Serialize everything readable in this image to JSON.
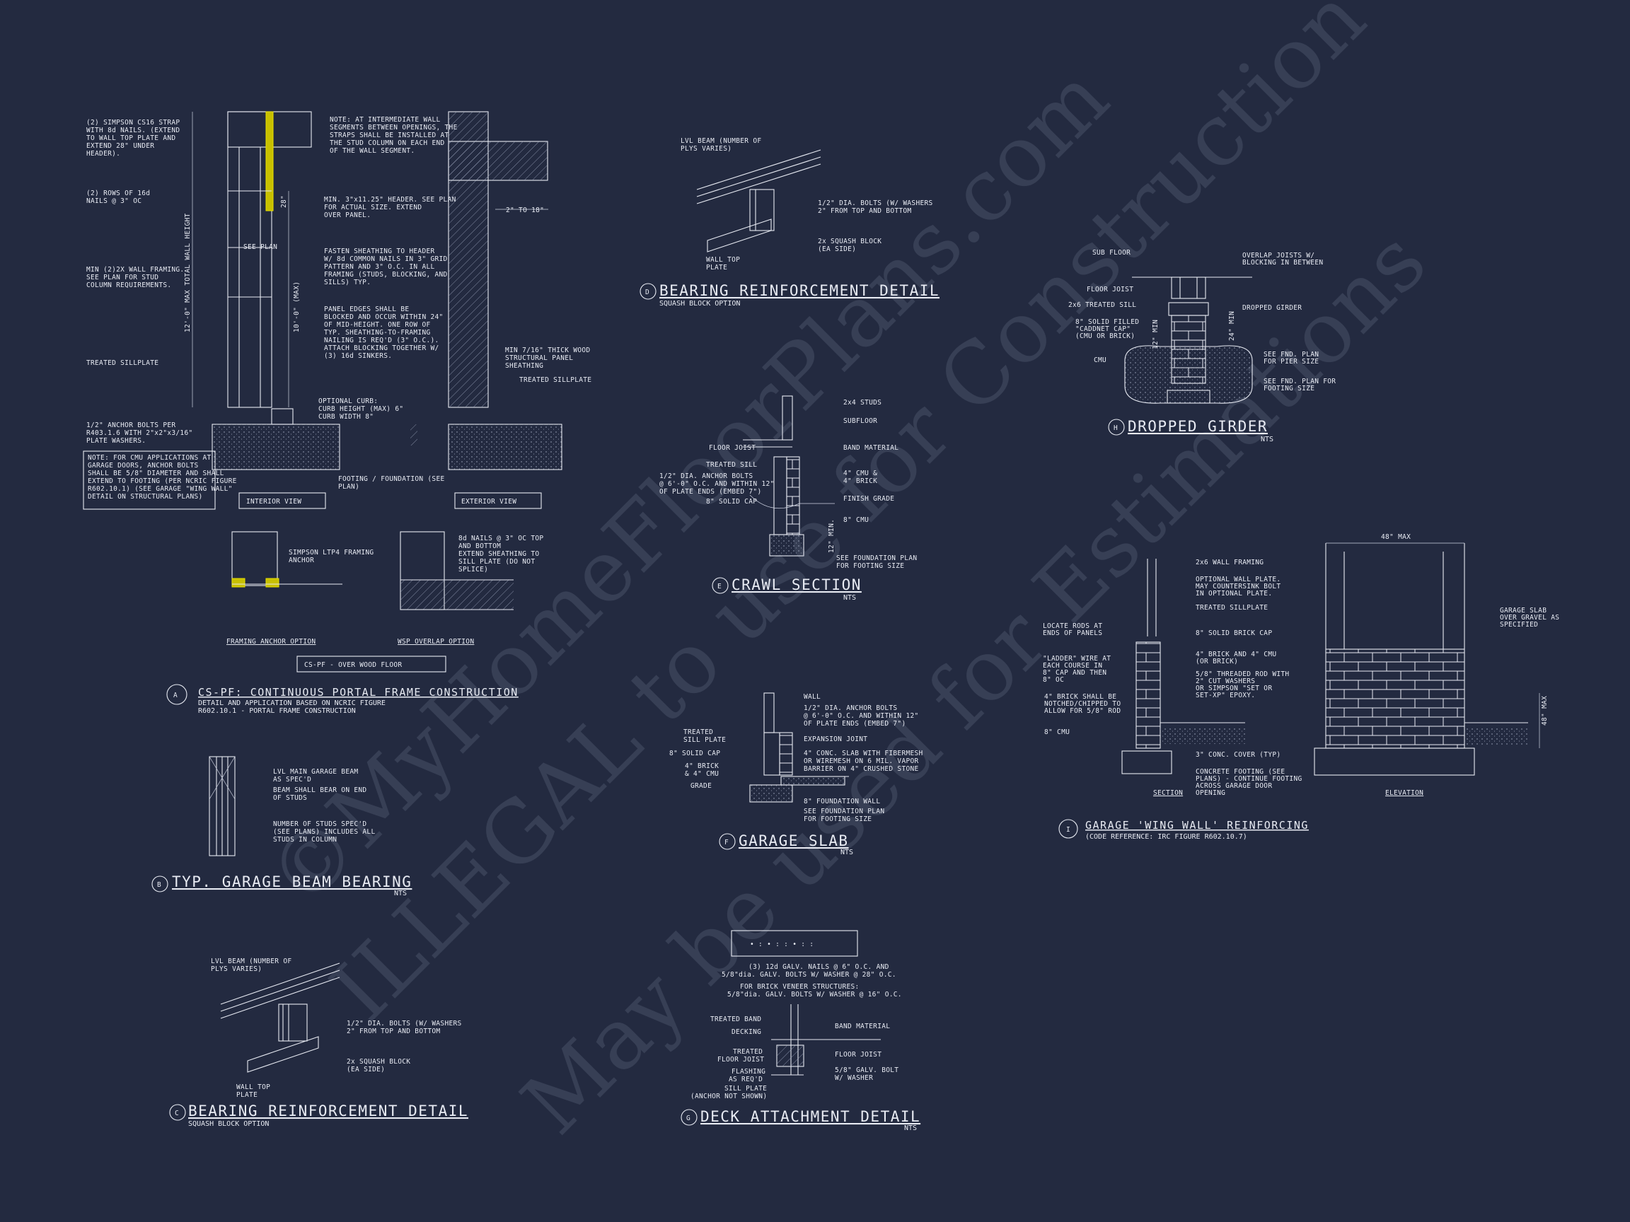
{
  "watermark": {
    "line1": "©MyHomeFloorPlans.com",
    "line2": "ILLEGAL to use for Construction",
    "line3": "May be used for Estimations"
  },
  "detail_a": {
    "marker": "A",
    "title": "CS-PF: CONTINUOUS PORTAL FRAME CONSTRUCTION",
    "sub1": "DETAIL AND APPLICATION BASED ON NCRIC FIGURE",
    "sub2": "R602.10.1 - PORTAL FRAME CONSTRUCTION",
    "interior_view": "INTERIOR VIEW",
    "exterior_view": "EXTERIOR VIEW",
    "framing_anchor": "FRAMING ANCHOR OPTION",
    "wsp_overlap": "WSP OVERLAP OPTION",
    "over_wood": "CS-PF - OVER WOOD FLOOR",
    "dim_total": "12'-0\" MAX TOTAL WALL HEIGHT",
    "dim_10": "10'-0\" (MAX)",
    "dim_2in": "2\" TO 18\"",
    "dim_28": "28\"",
    "see_plan": "SEE PLAN",
    "n1": [
      "(2) SIMPSON CS16 STRAP",
      "WITH 8d NAILS. (EXTEND",
      "TO WALL TOP PLATE AND",
      "EXTEND 28\" UNDER",
      "HEADER)."
    ],
    "n2": [
      "(2) ROWS OF 16d",
      "NAILS @ 3\" OC"
    ],
    "n3": [
      "MIN (2)2X WALL FRAMING.",
      "SEE PLAN FOR STUD",
      "COLUMN REQUIREMENTS."
    ],
    "n4": [
      "TREATED SILLPLATE"
    ],
    "n5": [
      "1/2\" ANCHOR BOLTS PER",
      "R403.1.6 WITH 2\"x2\"x3/16\"",
      "PLATE WASHERS."
    ],
    "n6": [
      "NOTE: FOR CMU APPLICATIONS AT",
      "GARAGE DOORS, ANCHOR BOLTS",
      "SHALL BE 5/8\" DIAMETER AND SHALL",
      "EXTEND TO FOOTING (PER NCRIC FIGURE",
      "R602.10.1) (SEE GARAGE \"WING WALL\"",
      "DETAIL ON STRUCTURAL PLANS)"
    ],
    "n7": [
      "NOTE: AT INTERMEDIATE WALL",
      "SEGMENTS BETWEEN OPENINGS, THE",
      "STRAPS SHALL BE INSTALLED AT",
      "THE STUD COLUMN ON EACH END",
      "OF THE WALL SEGMENT."
    ],
    "n8": [
      "MIN. 3\"x11.25\" HEADER. SEE PLAN",
      "FOR ACTUAL SIZE. EXTEND",
      "OVER PANEL."
    ],
    "n9": [
      "FASTEN SHEATHING TO HEADER",
      "W/ 8d COMMON NAILS IN 3\" GRID",
      "PATTERN AND 3\" O.C. IN ALL",
      "FRAMING (STUDS, BLOCKING, AND",
      "SILLS) TYP."
    ],
    "n10": [
      "PANEL EDGES SHALL BE",
      "BLOCKED AND OCCUR WITHIN 24\"",
      "OF MID-HEIGHT. ONE ROW OF",
      "TYP. SHEATHING-TO-FRAMING",
      "NAILING IS REQ'D (3\" O.C.).",
      "ATTACH BLOCKING TOGETHER W/",
      "(3) 16d SINKERS."
    ],
    "n11": [
      "OPTIONAL CURB:",
      "CURB HEIGHT (MAX) 6\"",
      "CURB WIDTH 8\""
    ],
    "n12": [
      "FOOTING / FOUNDATION (SEE",
      "PLAN)"
    ],
    "n13": [
      "MIN 7/16\" THICK WOOD",
      "STRUCTURAL PANEL",
      "SHEATHING"
    ],
    "n14": [
      "TREATED SILLPLATE"
    ],
    "n15": [
      "SIMPSON LTP4 FRAMING",
      "ANCHOR"
    ],
    "n16": [
      "8d NAILS @ 3\" OC TOP",
      "AND BOTTOM",
      "EXTEND SHEATHING TO",
      "SILL PLATE (DO NOT",
      "SPLICE)"
    ]
  },
  "detail_b": {
    "marker": "B",
    "title": "TYP. GARAGE BEAM BEARING",
    "nts": "NTS",
    "n1": [
      "LVL MAIN GARAGE BEAM",
      "AS SPEC'D"
    ],
    "n2": [
      "BEAM SHALL BEAR ON END",
      "OF STUDS"
    ],
    "n3": [
      "NUMBER OF STUDS SPEC'D",
      "(SEE PLANS) INCLUDES ALL",
      "STUDS IN COLUMN"
    ]
  },
  "detail_c": {
    "marker": "C",
    "title": "BEARING REINFORCEMENT DETAIL",
    "sub": "SQUASH BLOCK OPTION",
    "n1": [
      "LVL BEAM (NUMBER OF",
      "PLYS VARIES)"
    ],
    "n2": [
      "1/2\" DIA. BOLTS (W/ WASHERS",
      "2\" FROM TOP AND BOTTOM"
    ],
    "n3": [
      "2x SQUASH BLOCK",
      "(EA SIDE)"
    ],
    "n4": [
      "WALL TOP",
      "PLATE"
    ]
  },
  "detail_d": {
    "marker": "D",
    "title": "BEARING REINFORCEMENT DETAIL",
    "sub": "SQUASH BLOCK OPTION",
    "n1": [
      "LVL BEAM (NUMBER OF",
      "PLYS VARIES)"
    ],
    "n2": [
      "1/2\" DIA. BOLTS (W/ WASHERS",
      "2\" FROM TOP AND BOTTOM"
    ],
    "n3": [
      "2x SQUASH BLOCK",
      "(EA SIDE)"
    ],
    "n4": [
      "WALL TOP",
      "PLATE"
    ]
  },
  "detail_e": {
    "marker": "E",
    "title": "CRAWL SECTION",
    "nts": "NTS",
    "l1": "2x4 STUDS",
    "l2": "SUBFLOOR",
    "l3": "BAND MATERIAL",
    "l4": [
      "4\" CMU &",
      "4\" BRICK"
    ],
    "l5": "FINISH GRADE",
    "l6": "8\" CMU",
    "l7": [
      "SEE FOUNDATION PLAN",
      "FOR FOOTING SIZE"
    ],
    "l8": "FLOOR JOIST",
    "l9": "TREATED SILL",
    "l10": [
      "1/2\" DIA. ANCHOR BOLTS",
      "@ 6'-0\" O.C. AND WITHIN 12\"",
      "OF PLATE ENDS (EMBED 7\")"
    ],
    "l11": "8\" SOLID CAP",
    "dim": "12\" MIN."
  },
  "detail_f": {
    "marker": "F",
    "title": "GARAGE SLAB",
    "nts": "NTS",
    "l1": "WALL",
    "l2": [
      "1/2\" DIA. ANCHOR BOLTS",
      "@ 6'-0\" O.C. AND WITHIN 12\"",
      "OF PLATE ENDS (EMBED 7\")"
    ],
    "l3": "EXPANSION JOINT",
    "l4": [
      "4\" CONC. SLAB WITH FIBERMESH",
      "OR WIREMESH ON 6 MIL. VAPOR",
      "BARRIER ON 4\" CRUSHED STONE"
    ],
    "l5": "8\" FOUNDATION WALL",
    "l6": [
      "SEE FOUNDATION PLAN",
      "FOR FOOTING SIZE"
    ],
    "l7": [
      "TREATED",
      "SILL PLATE"
    ],
    "l8": "8\" SOLID CAP",
    "l9": [
      "4\" BRICK",
      "& 4\" CMU"
    ],
    "l10": "GRADE"
  },
  "detail_g": {
    "marker": "G",
    "title": "DECK ATTACHMENT DETAIL",
    "nts": "NTS",
    "top1": [
      "(3) 12d GALV. NAILS @ 6\" O.C. AND",
      "5/8\"dia. GALV. BOLTS W/ WASHER @ 28\" O.C."
    ],
    "top2": [
      "FOR BRICK VENEER STRUCTURES:",
      "5/8\"dia. GALV. BOLTS W/ WASHER @ 16\" O.C."
    ],
    "l1": "TREATED BAND",
    "l2": "DECKING",
    "l3": [
      "TREATED",
      "FLOOR JOIST"
    ],
    "l4": [
      "FLASHING",
      "AS REQ'D"
    ],
    "l5": [
      "SILL PLATE",
      "(ANCHOR NOT SHOWN)"
    ],
    "r1": "BAND MATERIAL",
    "r2": "FLOOR JOIST",
    "r3": [
      "5/8\" GALV. BOLT",
      "W/ WASHER"
    ]
  },
  "detail_h": {
    "marker": "H",
    "title": "DROPPED GIRDER",
    "nts": "NTS",
    "l1": "SUB FLOOR",
    "l2": "FLOOR JOIST",
    "l3": "2x6 TREATED SILL",
    "l4": [
      "8\" SOLID FILLED",
      "\"CADDNET CAP\"",
      "(CMU OR BRICK)"
    ],
    "l5": "CMU",
    "r1": [
      "OVERLAP JOISTS W/",
      "BLOCKING IN BETWEEN"
    ],
    "r2": "DROPPED GIRDER",
    "r3": [
      "SEE FND. PLAN",
      "FOR PIER SIZE"
    ],
    "r4": [
      "SEE FND. PLAN FOR",
      "FOOTING SIZE"
    ],
    "dim1": "12\" MIN",
    "dim2": "24\" MIN"
  },
  "detail_i": {
    "marker": "I",
    "title": "GARAGE 'WING WALL' REINFORCING",
    "sub": "(CODE REFERENCE: IRC FIGURE R602.10.7)",
    "section": "SECTION",
    "elevation": "ELEVATION",
    "dim_top": "48\" MAX",
    "dim_side": "48\" MAX",
    "l1": [
      "LOCATE RODS AT",
      "ENDS OF PANELS"
    ],
    "l2": [
      "\"LADDER\" WIRE AT",
      "EACH COURSE IN",
      "8\" CAP AND THEN",
      "8\" OC"
    ],
    "l3": [
      "4\" BRICK SHALL BE",
      "NOTCHED/CHIPPED TO",
      "ALLOW FOR 5/8\" ROD"
    ],
    "l4": "8\" CMU",
    "c1": "2x6 WALL FRAMING",
    "c2": [
      "OPTIONAL WALL PLATE.",
      "MAY COUNTERSINK BOLT",
      "IN OPTIONAL PLATE."
    ],
    "c3": "TREATED SILLPLATE",
    "c4": "8\" SOLID BRICK CAP",
    "c5": [
      "4\" BRICK AND 4\" CMU",
      "(OR BRICK)"
    ],
    "c6": [
      "5/8\" THREADED ROD WITH",
      "2\" CUT WASHERS",
      "OR SIMPSON \"SET OR",
      "SET-XP\" EPOXY."
    ],
    "c7": "3\" CONC. COVER (TYP)",
    "c8": [
      "CONCRETE FOOTING (SEE",
      "PLANS) - CONTINUE FOOTING",
      "ACROSS GARAGE DOOR",
      "OPENING"
    ],
    "r1": [
      "GARAGE SLAB",
      "OVER GRAVEL AS",
      "SPECIFIED"
    ]
  }
}
